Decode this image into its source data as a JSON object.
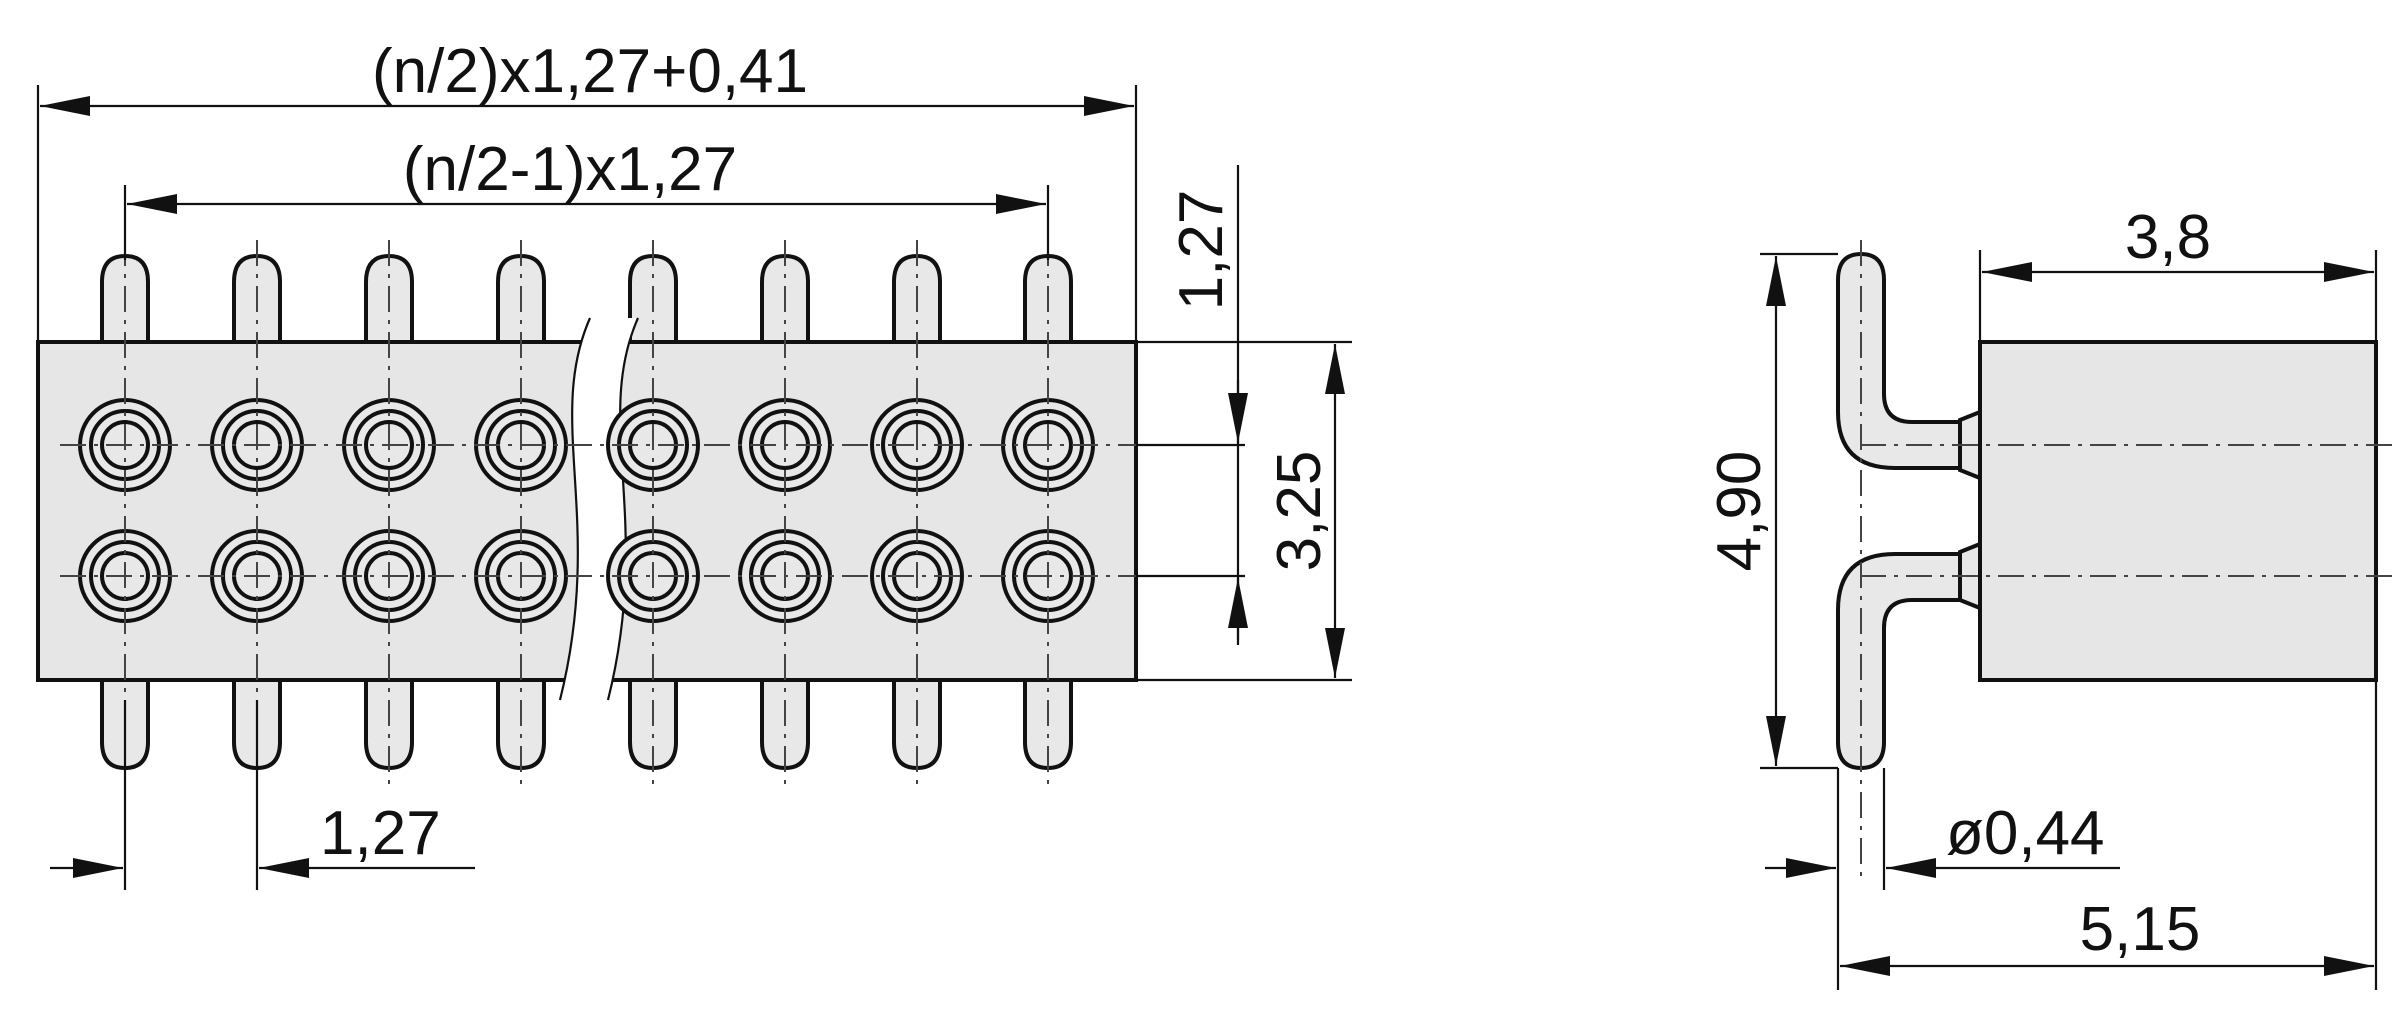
{
  "colors": {
    "body_fill": "#e6e6e6",
    "pin_fill": "#e8e8e8",
    "line": "#111111"
  },
  "front_view": {
    "columns": 8,
    "rows": 2,
    "dim_overall_width": "(n/2)x1,27+0,41",
    "dim_pin_span": "(n/2-1)x1,27",
    "dim_pitch_horizontal": "1,27",
    "dim_pitch_vertical": "1,27",
    "dim_body_height": "3,25"
  },
  "side_view": {
    "dim_body_depth": "3,8",
    "dim_pin_height": "4,90",
    "dim_pin_diameter": "ø0,44",
    "dim_total_depth": "5,15"
  }
}
